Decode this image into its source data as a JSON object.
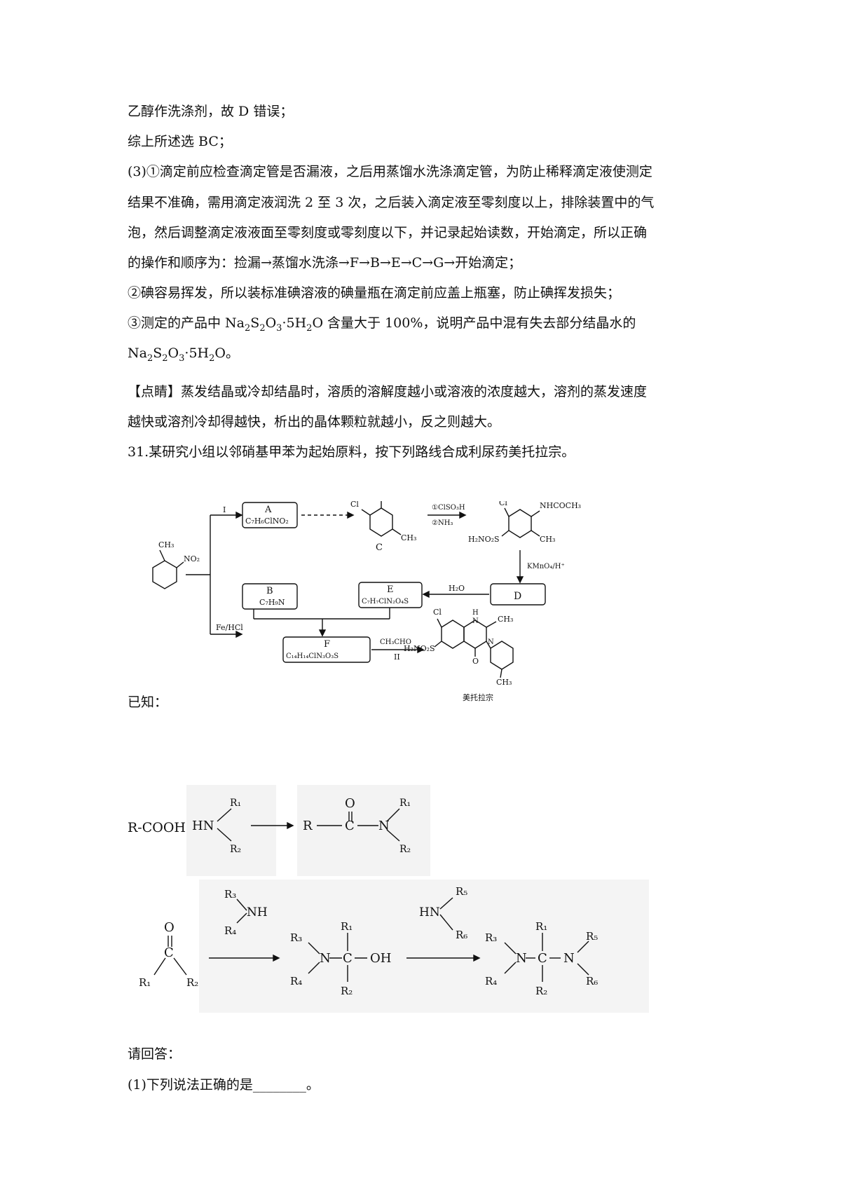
{
  "lines": {
    "l1": "乙醇作洗涤剂，故 D 错误；",
    "l2": "综上所述选 BC；",
    "l3": "(3)①滴定前应检查滴定管是否漏液，之后用蒸馏水洗涤滴定管，为防止稀释滴定液使测定",
    "l4": "结果不准确，需用滴定液润洗 2 至 3 次，之后装入滴定液至零刻度以上，排除装置中的气",
    "l5": "泡，然后调整滴定液液面至零刻度或零刻度以下，并记录起始读数，开始滴定，所以正确",
    "l6": "的操作和顺序为：捡漏→蒸馏水洗涤→F→B→E→C→G→开始滴定；",
    "l7": "②碘容易挥发，所以装标准碘溶液的碘量瓶在滴定前应盖上瓶塞，防止碘挥发损失；",
    "l8a": "③测定的产品中 Na",
    "l8b": "2",
    "l8c": "S",
    "l8d": "2",
    "l8e": "O",
    "l8f": "3",
    "l8g": "·5H",
    "l8h": "2",
    "l8i": "O 含量大于 100%，说明产品中混有失去部分结晶水的",
    "l9a": "Na",
    "l9b": "2",
    "l9c": "S",
    "l9d": "2",
    "l9e": "O",
    "l9f": "3",
    "l9g": "·5H",
    "l9h": "2",
    "l9i": "O。",
    "l10": "【点睛】蒸发结晶或冷却结晶时，溶质的溶解度越小或溶液的浓度越大，溶剂的蒸发速度",
    "l11": "越快或溶剂冷却得越快，析出的晶体颗粒就越小，反之则越大。",
    "l12": "31.某研究小组以邻硝基甲苯为起始原料，按下列路线合成利尿药美托拉宗。",
    "known": "已知：",
    "ask": "请回答：",
    "q1": "(1)下列说法正确的是________。"
  },
  "scheme": {
    "boxA_name": "A",
    "boxA_formula": "C₇H₆ClNO₂",
    "step_I": "I",
    "compound_C": "C",
    "reagent_1": "①ClSO₃H",
    "reagent_2": "②NH₃",
    "kmno4": "KMnO₄/H⁺",
    "boxD": "D",
    "h2o": "H₂O",
    "feHCl": "Fe/HCl",
    "boxB_name": "B",
    "boxB_formula": "C₇H₉N",
    "boxE_name": "E",
    "boxE_formula": "C₇H₇ClN₂O₄S",
    "boxF_name": "F",
    "boxF_formula": "C₁₄H₁₄ClN₃O₃S",
    "ch3cho": "CH₃CHO",
    "step_II": "II",
    "product_name": "美托拉宗",
    "no2": "NO₂",
    "ch3": "CH₃",
    "cl": "Cl",
    "nhcoch3": "NHCOCH₃",
    "h2no2s": "H₂NO₂S",
    "h": "H",
    "n": "N",
    "o": "O"
  },
  "known1": {
    "rcooh": "R-COOH+",
    "hn": "HN",
    "r1": "R₁",
    "r2": "R₂",
    "r": "R",
    "c": "C",
    "n": "N",
    "o": "O"
  },
  "known2": {
    "o": "O",
    "c": "C",
    "r1": "R₁",
    "r2": "R₂",
    "r3": "R₃",
    "r4": "R₄",
    "r5": "R₅",
    "r6": "R₆",
    "nh": "NH",
    "hn": "HN",
    "n": "N",
    "oh": "OH"
  }
}
